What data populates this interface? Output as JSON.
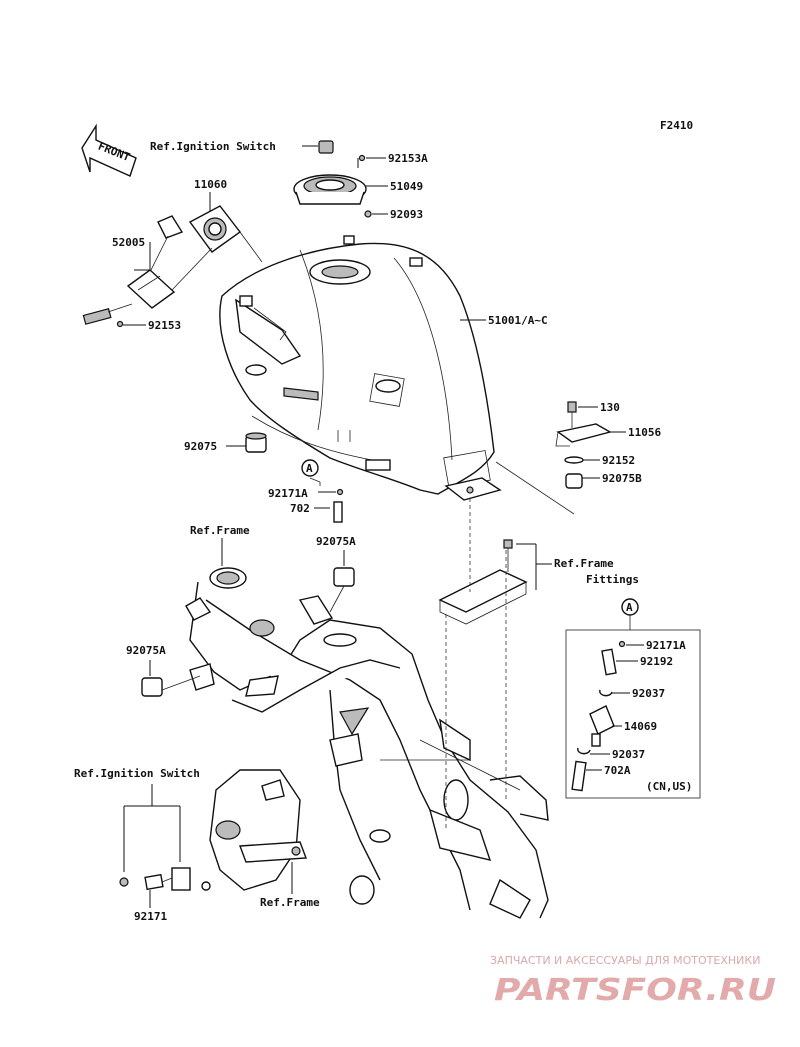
{
  "figure_id": "F2410",
  "front_label": "FRONT",
  "refs": {
    "ignition_switch_top": "Ref.Ignition Switch",
    "ignition_switch_bottom": "Ref.Ignition Switch",
    "frame_left": "Ref.Frame",
    "frame_bottom": "Ref.Frame",
    "frame_fittings_line1": "Ref.Frame",
    "frame_fittings_line2": "Fittings"
  },
  "callouts": {
    "c92153A": "92153A",
    "c51049": "51049",
    "c92093": "92093",
    "c11060": "11060",
    "c52005": "52005",
    "c92153": "92153",
    "c51001": "51001/A~C",
    "c92075": "92075",
    "c130": "130",
    "c11056": "11056",
    "c92152": "92152",
    "c92075B": "92075B",
    "c92171A": "92171A",
    "c702": "702",
    "c92075A_top": "92075A",
    "c92075A_left": "92075A",
    "c92171": "92171"
  },
  "detail_box": {
    "marker": "A",
    "items": [
      "92171A",
      "92192",
      "92037",
      "14069",
      "92037",
      "702A"
    ],
    "note": "(CN,US)"
  },
  "marker_A_label": "A",
  "watermark": {
    "tagline": "ЗАПЧАСТИ И АКСЕССУАРЫ ДЛЯ МОТОТЕХНИКИ",
    "logo": "PARTSFOR.RU",
    "tagline_color": "#d9a9a9",
    "logo_color": "#e2aaaa"
  }
}
